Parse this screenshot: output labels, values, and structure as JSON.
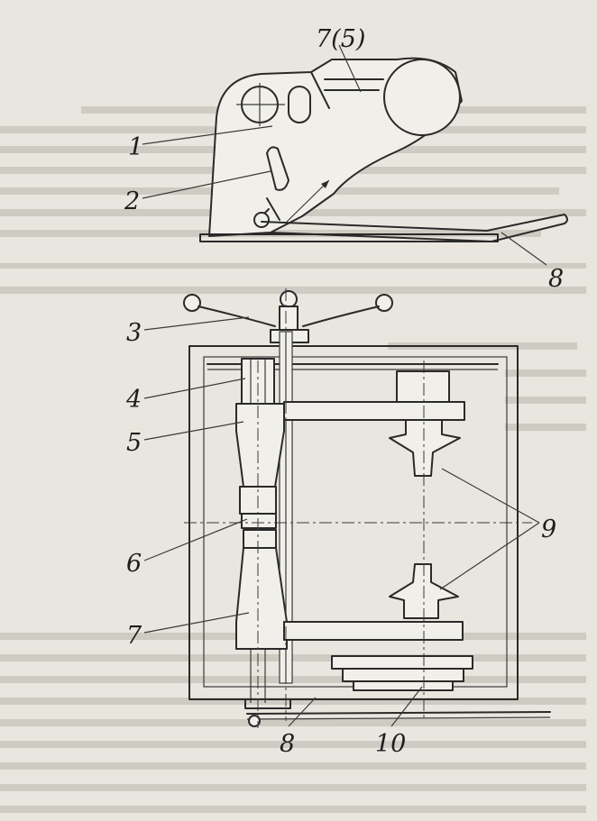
{
  "labels": {
    "l_7_5": "7(5)",
    "l_1": "1",
    "l_2": "2",
    "l_8_top": "8",
    "l_3": "3",
    "l_4": "4",
    "l_5": "5",
    "l_6": "6",
    "l_7": "7",
    "l_8_bottom": "8",
    "l_9": "9",
    "l_10": "10"
  }
}
